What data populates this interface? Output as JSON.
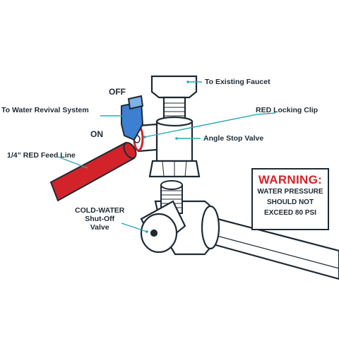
{
  "labels": {
    "existing_faucet": "To Existing Faucet",
    "off": "OFF",
    "water_revival": "To Water Revival System",
    "red_locking_clip": "RED Locking Clip",
    "on": "ON",
    "angle_stop_valve": "Angle Stop Valve",
    "feed_line": "1/4” RED Feed Line",
    "cold_water_1": "COLD-WATER",
    "cold_water_2": "Shut-Off",
    "cold_water_3": "Valve"
  },
  "warning": {
    "title": "WARNING:",
    "line1": "WATER PRESSURE",
    "line2": "SHOULD NOT",
    "line3": "EXCEED 80 PSI"
  },
  "colors": {
    "outline": "#1f2a33",
    "blue_handle": "#3d7fd1",
    "red_line": "#d3232a",
    "teal_leader": "#2aa6b8",
    "warning_red": "#d3232a"
  },
  "icons": [
    "arrow-leader-icon"
  ]
}
